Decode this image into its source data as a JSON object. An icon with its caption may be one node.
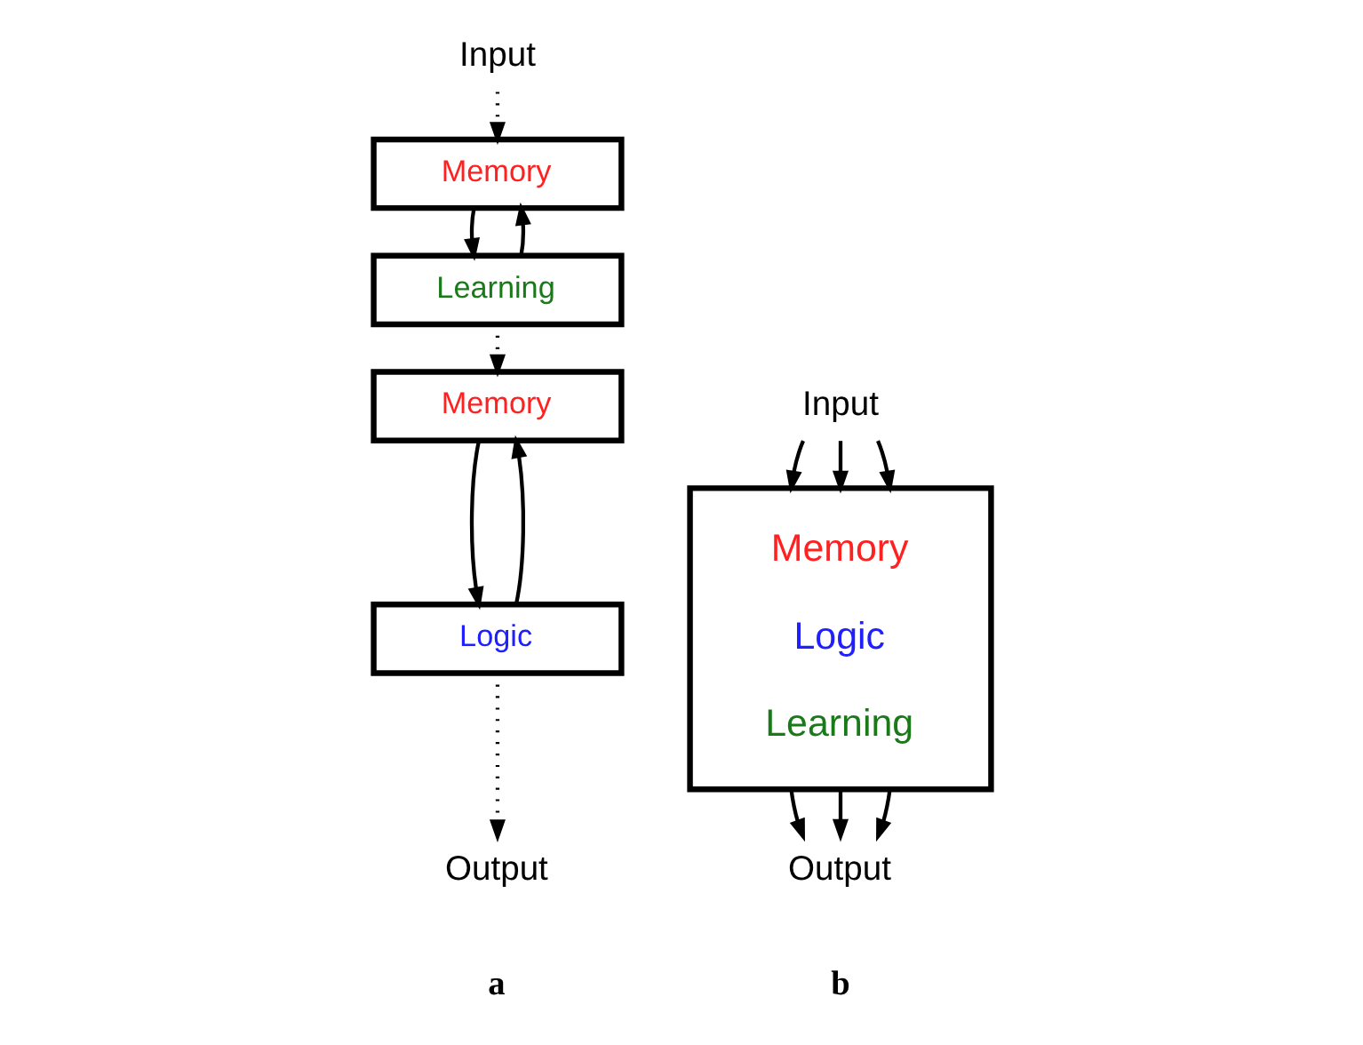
{
  "diagram": {
    "nodes": [
      {
        "text": [
          "Input"
        ]
      },
      {
        "text": [
          "Memory"
        ]
      },
      {
        "text": [
          "Learning"
        ]
      },
      {
        "text": [
          "Memory"
        ]
      },
      {
        "text": [
          "Logic"
        ]
      },
      {
        "text": [
          "Output"
        ]
      },
      {
        "text": [
          "Input"
        ]
      },
      {
        "text": [
          "Memory",
          "Logic",
          "Learning"
        ]
      },
      {
        "text": [
          "Output"
        ]
      }
    ],
    "edges": [
      {
        "from": 0,
        "to": 1,
        "arrow": "to",
        "style": "dashed"
      },
      {
        "from": 1,
        "to": 2,
        "arrow": "to"
      },
      {
        "from": 2,
        "to": 1,
        "arrow": "to"
      },
      {
        "from": 2,
        "to": 3,
        "arrow": "to",
        "style": "dashed"
      },
      {
        "from": 3,
        "to": 4,
        "arrow": "to"
      },
      {
        "from": 4,
        "to": 3,
        "arrow": "to"
      },
      {
        "from": 4,
        "to": 5,
        "arrow": "to",
        "style": "dashed"
      },
      {
        "from": 6,
        "to": 7,
        "arrow": "to"
      },
      {
        "from": 6,
        "to": 7,
        "arrow": "to"
      },
      {
        "from": 6,
        "to": 7,
        "arrow": "to"
      },
      {
        "from": 7,
        "to": 8,
        "arrow": "to"
      },
      {
        "from": 7,
        "to": 8,
        "arrow": "to"
      },
      {
        "from": 7,
        "to": 8,
        "arrow": "to"
      }
    ],
    "labels": [
      "a",
      "b"
    ]
  }
}
